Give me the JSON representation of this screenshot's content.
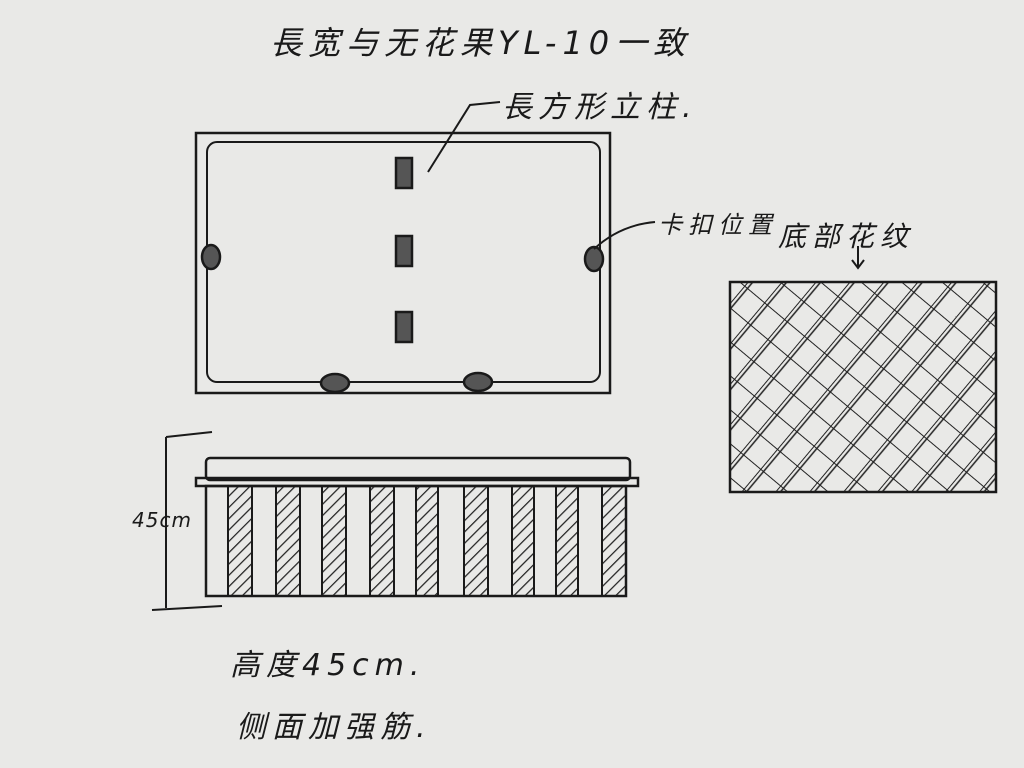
{
  "title": "長宽与无花果YL-10一致",
  "labels": {
    "post": "長方形立柱.",
    "clip": "卡扣位置",
    "bottom_pattern": "底部花纹",
    "dimension": "45cm",
    "height_note": "高度45cm.",
    "rib_note": "侧面加强筋."
  }
}
